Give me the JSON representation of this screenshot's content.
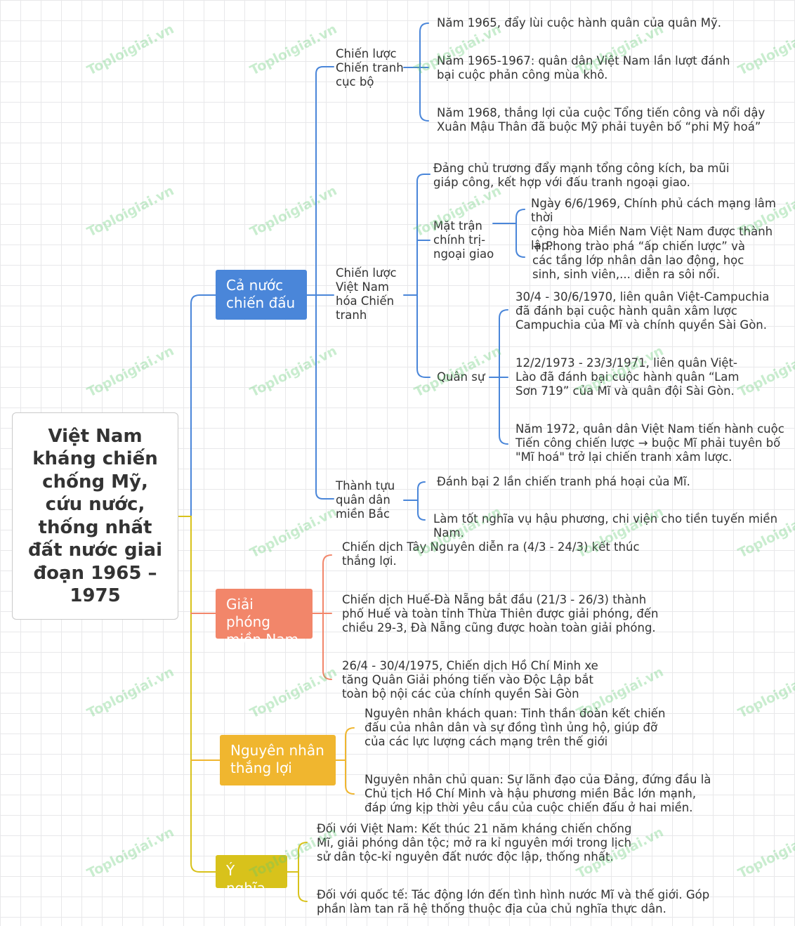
{
  "colors": {
    "blue": "#4a86d9",
    "orange": "#f2866a",
    "gold": "#f0b62f",
    "olive": "#d8c21b",
    "watermark": "#5ac86e"
  },
  "watermark": "Toploigiai.vn",
  "root": {
    "text": "Việt Nam\nkháng chiến\nchống Mỹ,\ncứu nước,\nthống nhất\nđất nước giai\nđoạn 1965 –\n1975"
  },
  "topics": {
    "ca_nuoc": {
      "label": "Cả nước\nchiến đấu",
      "chien_tranh_cuc_bo": {
        "label": "Chiến lược\nChiến tranh\ncục bộ",
        "items": [
          "Năm 1965, đẩy lùi cuộc hành quân của quân Mỹ.",
          "Năm 1965-1967: quân dân Việt Nam lần lượt đánh\nbại cuộc phản công mùa khô.",
          "Năm 1968, thắng lợi của cuộc Tổng tiến công và nổi dậy\nXuân Mậu Thân đã buộc Mỹ phải tuyên bố “phi Mỹ hoá”"
        ]
      },
      "viet_nam_hoa": {
        "label": "Chiến lược\nViệt Nam\nhóa Chiến\ntranh",
        "dang_chu_truong": "Đảng chủ trương đẩy mạnh tổng công kích, ba mũi\ngiáp công, kết hợp với đấu tranh ngoại giao.",
        "mat_tran": {
          "label": "Mặt trận\nchính trị-\nngoại giao",
          "items": [
            "Ngày 6/6/1969, Chính phủ cách mạng lâm thời\ncộng hòa Miền Nam Việt Nam được thành lập.",
            "+ Phong trào phá “ấp chiến lược” và\ncác tầng lớp nhân dân lao động, học\nsinh, sinh viên,... diễn ra sôi nổi."
          ]
        },
        "quan_su": {
          "label": "Quân sự",
          "items": [
            "30/4 - 30/6/1970, liên quân Việt-Campuchia\nđã đánh bại cuộc hành quân xâm lược\nCampuchia của Mĩ và chính quyền Sài Gòn.",
            "12/2/1973 - 23/3/1971, liên quân Việt-\nLào đã đánh bại cuộc hành quân “Lam\nSơn 719” của Mĩ và quân đội Sài Gòn.",
            "Năm 1972, quân dân Việt Nam tiến hành cuộc\nTiến công chiến lược → buộc Mĩ phải tuyên bố\n\"Mĩ hoá\" trở lại chiến tranh xâm lược."
          ]
        }
      },
      "thanh_tuu": {
        "label": "Thành tựu\nquân dân\nmiền Bắc",
        "items": [
          "Đánh bại 2 lần chiến tranh phá hoại của Mĩ.",
          "Làm tốt nghĩa vụ hậu phương, chi viện cho tiền tuyến miền Nam."
        ]
      }
    },
    "giai_phong": {
      "label": "Giải phóng\nmiền Nam",
      "items": [
        "Chiến dịch Tây Nguyên diễn ra (4/3 - 24/3) kết thúc\nthắng lợi.",
        "Chiến dịch Huế-Đà Nẵng bắt đầu (21/3 - 26/3) thành\nphố Huế và toàn tỉnh Thừa Thiên được giải phóng, đến\nchiều 29-3, Đà Nẵng cũng được hoàn toàn giải phóng.",
        "26/4 - 30/4/1975, Chiến dịch Hồ Chí Minh xe\ntăng Quân Giải phóng tiến vào Độc Lập bắt\ntoàn bộ nội các của chính quyền Sài Gòn"
      ]
    },
    "nguyen_nhan": {
      "label": "Nguyên nhân\nthắng lợi",
      "items": [
        "Nguyên nhân khách quan: Tinh thần đoàn kết chiến\nđấu của nhân dân và sự đồng tình ủng hộ, giúp đỡ\ncủa các lực lượng cách mạng trên thế giới",
        "Nguyên nhân chủ quan: Sự lãnh đạo của Đảng, đứng đầu là\nChủ tịch Hồ Chí Minh và hậu phương miền Bắc lớn mạnh,\nđáp ứng kịp thời yêu cầu của cuộc chiến đấu ở hai miền."
      ]
    },
    "y_nghia": {
      "label": "Ý nghĩa",
      "items": [
        "Đối với Việt Nam: Kết thúc 21 năm kháng chiến chống\nMĩ, giải phóng dân tộc; mở ra kỉ nguyên mới trong lịch\nsử dân tộc-kỉ nguyên đất nước độc lập, thống nhất.",
        "Đối với quốc tế: Tác động lớn đến tình hình nước Mĩ và thế giới. Góp\nphần làm tan rã hệ thống thuộc địa của chủ nghĩa thực dân."
      ]
    }
  }
}
